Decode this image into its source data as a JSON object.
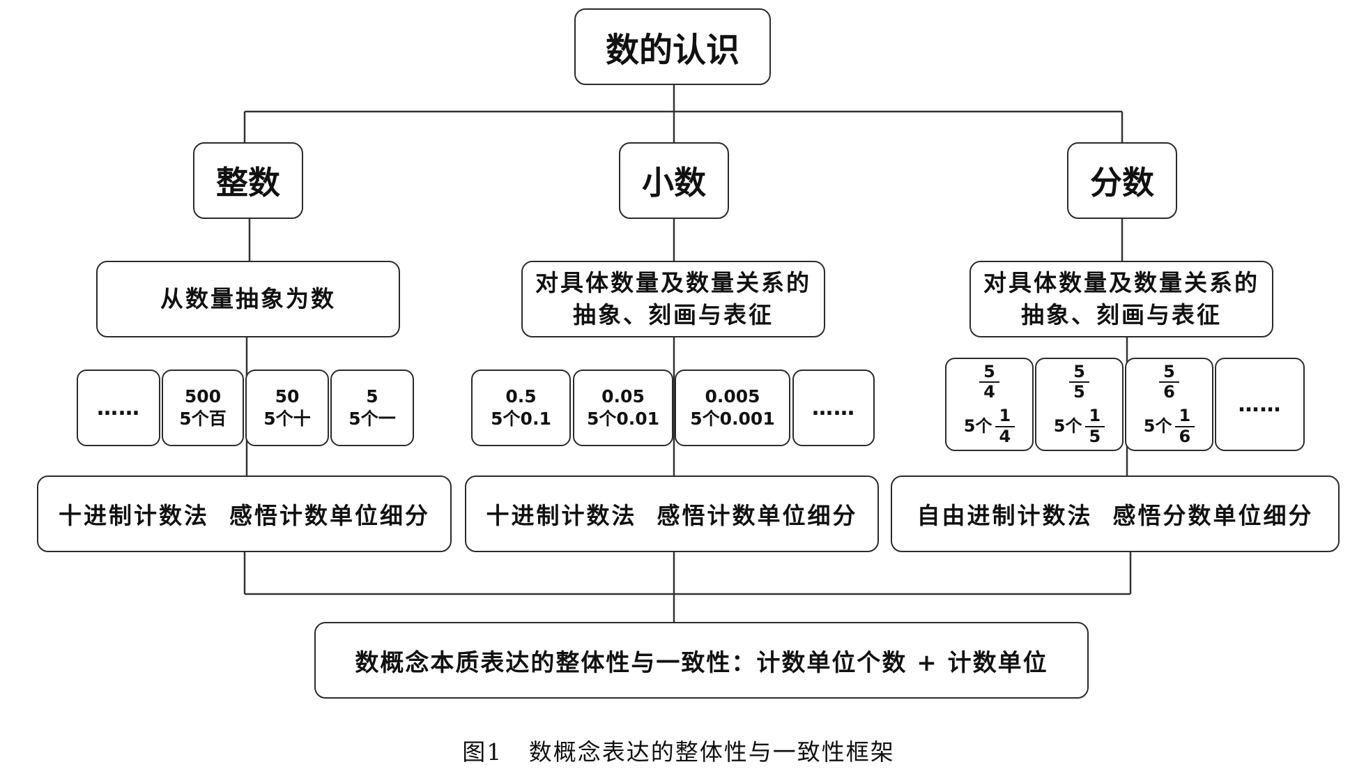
{
  "title": "数的认识",
  "branches": [
    {
      "name": "整数",
      "description": "从数量抽象为数",
      "examples": [
        {
          "type": "dots",
          "text": "……"
        },
        {
          "type": "text",
          "line1": "500",
          "line2": "5个百"
        },
        {
          "type": "text",
          "line1": "50",
          "line2": "5个十"
        },
        {
          "type": "text",
          "line1": "5",
          "line2": "5个一"
        }
      ],
      "method": "十进制计数法  感悟计数单位细分"
    },
    {
      "name": "小数",
      "description": "对具体数量及数量关系的抽象、刻画与表征",
      "examples": [
        {
          "type": "text",
          "line1": "0.5",
          "line2": "5个0.1"
        },
        {
          "type": "text",
          "line1": "0.05",
          "line2": "5个0.01"
        },
        {
          "type": "text",
          "line1": "0.005",
          "line2": "5个0.001"
        },
        {
          "type": "dots",
          "text": "……"
        }
      ],
      "method": "十进制计数法  感悟计数单位细分"
    },
    {
      "name": "分数",
      "description": "对具体数量及数量关系的抽象、刻画与表征",
      "examples": [
        {
          "type": "fraction",
          "num": "5",
          "den": "4",
          "count": "5个",
          "unit_num": "1",
          "unit_den": "4"
        },
        {
          "type": "fraction",
          "num": "5",
          "den": "5",
          "count": "5个",
          "unit_num": "1",
          "unit_den": "5"
        },
        {
          "type": "fraction",
          "num": "5",
          "den": "6",
          "count": "5个",
          "unit_num": "1",
          "unit_den": "6"
        },
        {
          "type": "dots",
          "text": "……"
        }
      ],
      "method": "自由进制计数法  感悟分数单位细分"
    }
  ],
  "summary": "数概念本质表达的整体性与一致性：计数单位个数 + 计数单位",
  "caption": "图1   数概念表达的整体性与一致性框架"
}
